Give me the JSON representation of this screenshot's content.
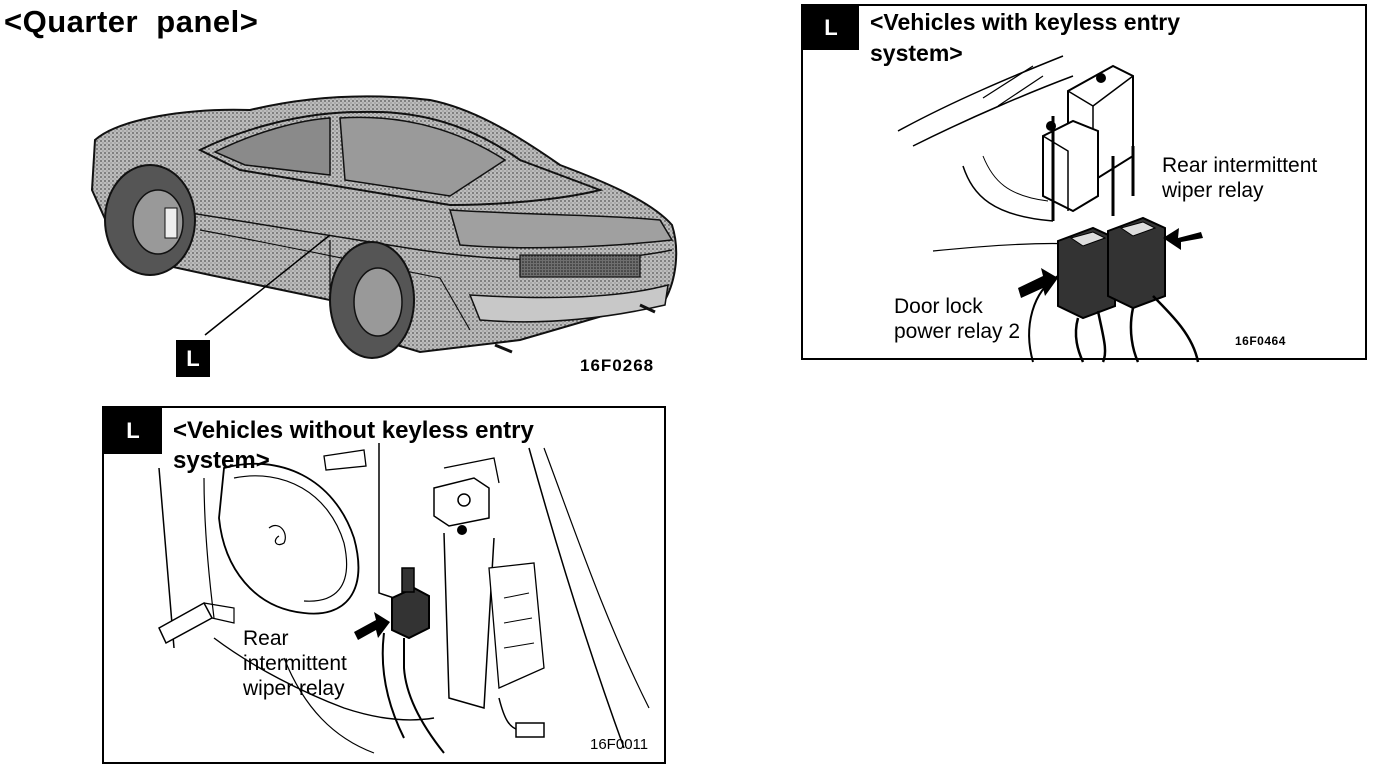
{
  "section_title": "<Quarter  panel>",
  "location_tag": "L",
  "overview": {
    "figure_code": "16F0268"
  },
  "panel_keyless": {
    "tag": "L",
    "heading_line1": "<Vehicles with keyless entry",
    "heading_line2": "system>",
    "callout_wiper_line1": "Rear intermittent",
    "callout_wiper_line2": "wiper relay",
    "callout_door_line1": "Door lock",
    "callout_door_line2": "power relay 2",
    "figure_code": "16F0464"
  },
  "panel_no_keyless": {
    "tag": "L",
    "heading_line1": "<Vehicles without keyless entry",
    "heading_line2": "system>",
    "callout_wiper_line1": "Rear",
    "callout_wiper_line2": "intermittent",
    "callout_wiper_line3": "wiper relay",
    "figure_code": "16F0011"
  }
}
